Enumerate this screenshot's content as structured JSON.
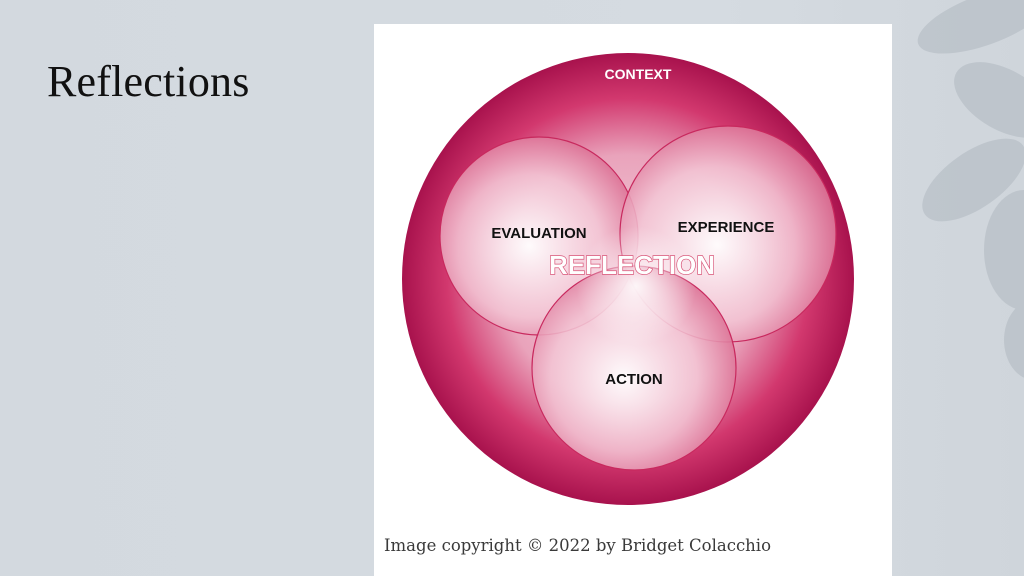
{
  "slide": {
    "title": "Reflections"
  },
  "diagram": {
    "outer_label": "CONTEXT",
    "center_label": "REFLECTION",
    "circles": [
      {
        "label": "EVALUATION"
      },
      {
        "label": "EXPERIENCE"
      },
      {
        "label": "ACTION"
      }
    ],
    "colors": {
      "context_ring": "#c2185b",
      "context_dark": "#a8124d",
      "inner_circle_edge": "#c8295e",
      "inner_fill_center": "#ffffff",
      "inner_fill_edge": "#e08aa6"
    }
  },
  "caption": {
    "text": "Image copyright © 2022 by Bridget Colacchio"
  }
}
